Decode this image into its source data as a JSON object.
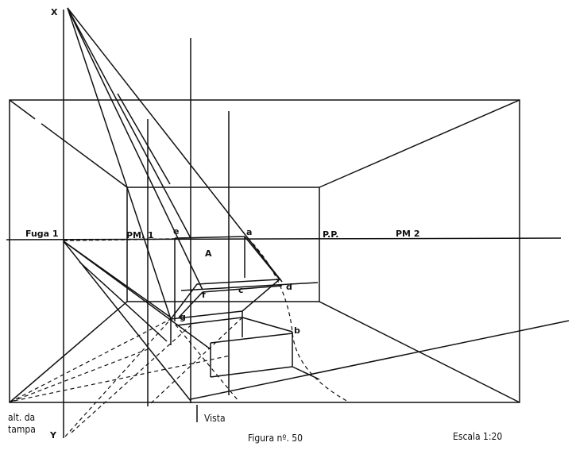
{
  "labels": {
    "x": "X",
    "y": "Y",
    "fuga1": "Fuga 1",
    "pm1": "PM. 1",
    "e": "e",
    "a": "a",
    "pp": "P.P.",
    "pm2": "PM 2",
    "A": "A",
    "f": "f",
    "c": "c",
    "d": "d",
    "g": "g",
    "b": "b",
    "alt_line1": "alt. da",
    "alt_line2": "tampa",
    "vista": "Vista",
    "figure": "Figura nº. 50",
    "scale": "Escala 1:20"
  },
  "colors": {
    "ink": "#111111",
    "paper": "#ffffff"
  }
}
